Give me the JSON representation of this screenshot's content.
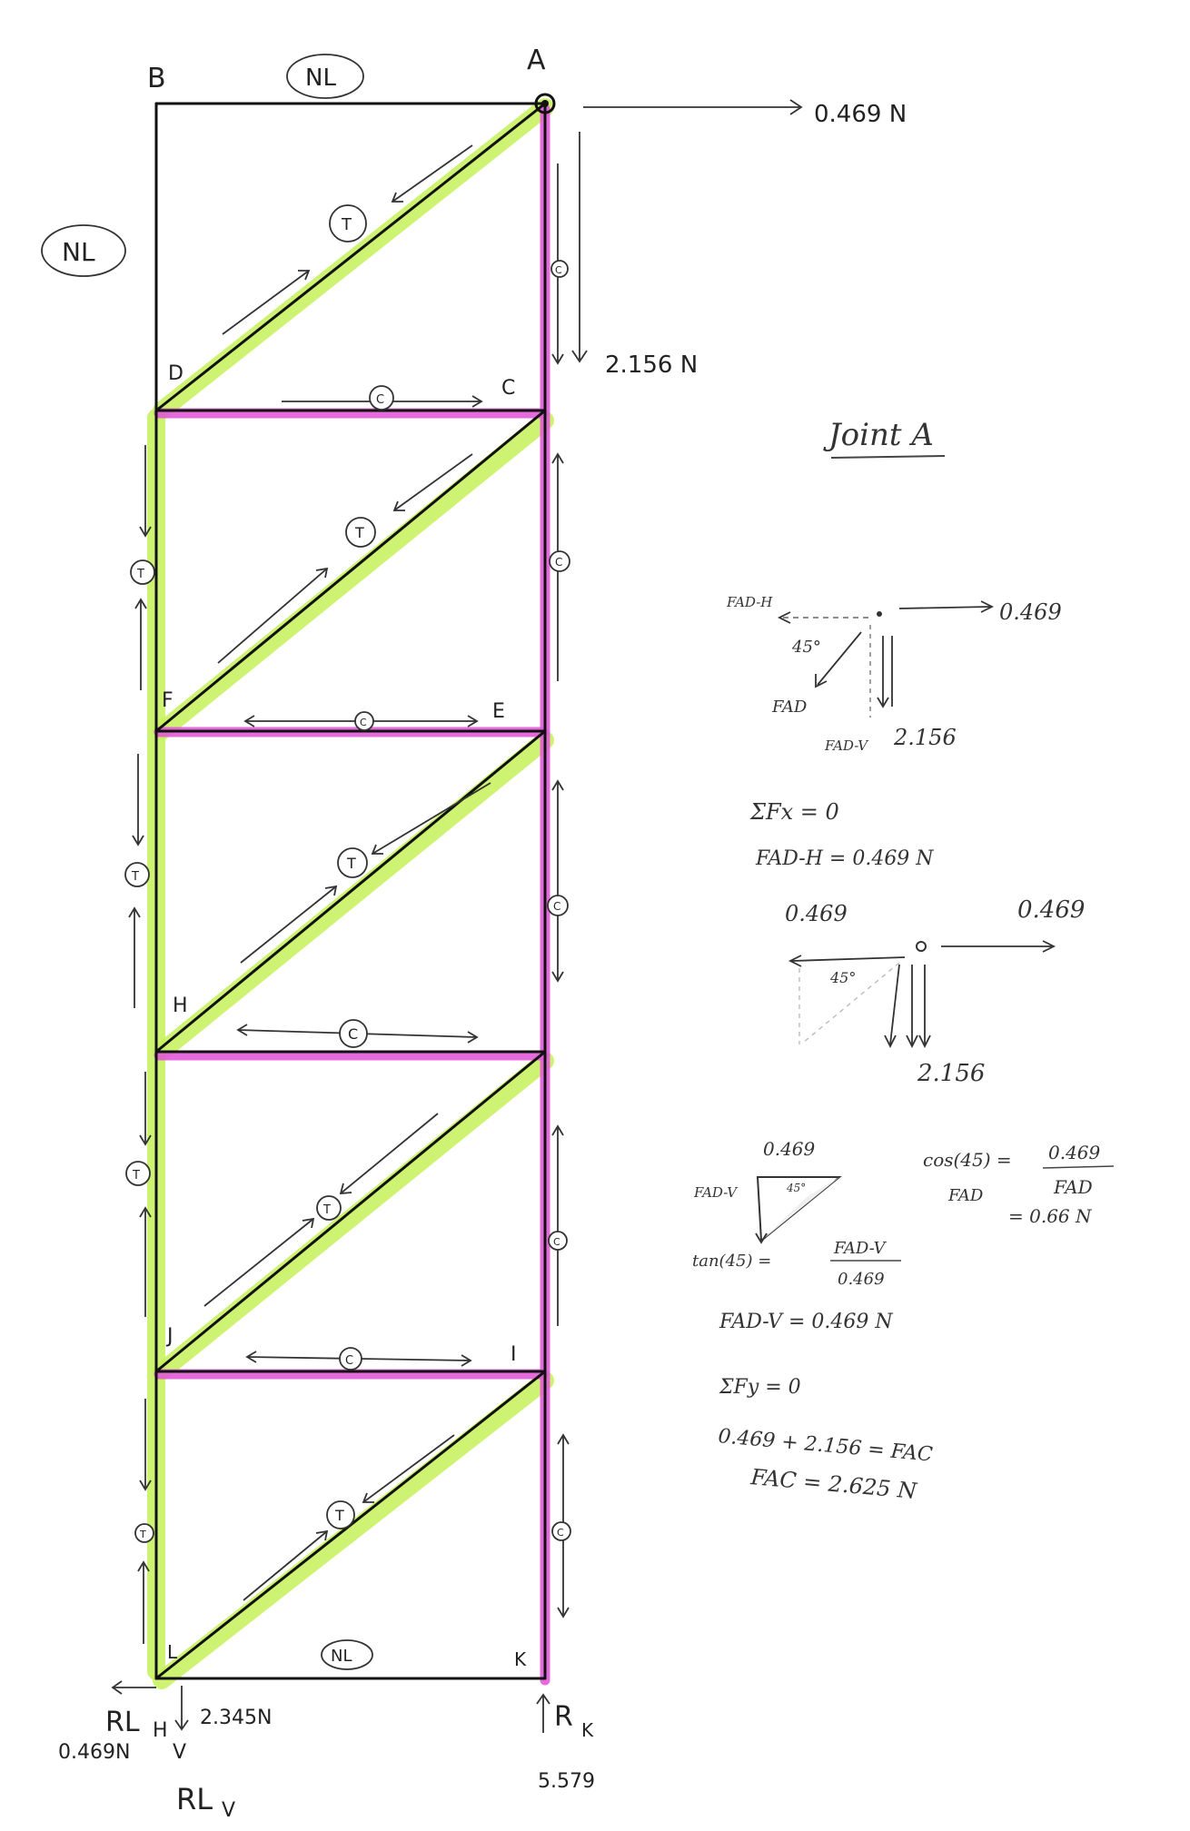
{
  "joints": {
    "A": "A",
    "B": "B",
    "C": "C",
    "D": "D",
    "E": "E",
    "F": "F",
    "H": "H",
    "I": "I",
    "J": "J",
    "K": "K",
    "L": "L"
  },
  "nl_labels": {
    "top": "NL",
    "left": "NL",
    "bottom": "NL"
  },
  "member_labels": {
    "AD": "T",
    "AC": "C",
    "DC": "C",
    "CF": "T",
    "CE": "C",
    "DF": "T",
    "FE": "C",
    "EH": "T",
    "EG": "C",
    "FH": "T",
    "HG": "C",
    "GJ": "T",
    "GI": "C",
    "HJ": "T",
    "JI": "C",
    "IL": "T",
    "IK": "C",
    "JL": "T"
  },
  "loads": {
    "horizontal": "0.469 N",
    "vertical": "2.156 N"
  },
  "reactions": {
    "RL_label": "RL",
    "RL_H_sub": "H",
    "RL_H_value": "0.469N",
    "RL_V_value": "2.345N",
    "RL_V_label": "RL",
    "RL_V_sub": "V",
    "V_mark": "V",
    "RK_label": "R",
    "RK_sub": "K",
    "RK_value": "5.579"
  },
  "notes": {
    "title": "Joint A",
    "fbd1": {
      "fad_h": "FAD-H",
      "angle": "45°",
      "force_h": "0.469",
      "fad": "FAD",
      "fad_v": "FAD-V",
      "force_v": "2.156"
    },
    "sum_fx": "ΣFx = 0",
    "fad_h_eq": "FAD-H = 0.469 N",
    "fbd2": {
      "left": "0.469",
      "right": "0.469",
      "angle": "45°",
      "down": "2.156"
    },
    "tri": {
      "top": "0.469",
      "side": "FAD-V",
      "angle": "45°"
    },
    "tan_eq_left": "tan(45) =",
    "tan_num": "FAD-V",
    "tan_den": "0.469",
    "cos_eq_left": "cos(45) =",
    "cos_num": "0.469",
    "cos_den": "FAD",
    "fad_eq_left": "FAD",
    "fad_eq_right": "= 0.66 N",
    "fad_v_eq": "FAD-V = 0.469 N",
    "sum_fy": "ΣFy = 0",
    "fy_eq": "0.469 + 2.156 = FAC",
    "fac_eq": "FAC = 2.625 N"
  }
}
